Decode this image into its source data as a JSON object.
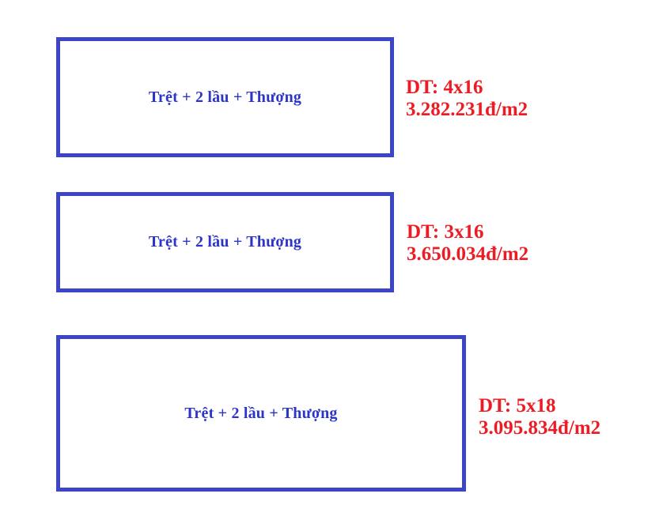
{
  "palette": {
    "background": "#ffffff",
    "box_border": "#3c45c8",
    "box_text": "#2d35c8",
    "label_text": "#ed1c24"
  },
  "floor_plans": [
    {
      "structure_label": "Trệt + 2 lầu + Thượng",
      "dimensions": "DT: 4x16",
      "price_per_m2": "3.282.231đ/m2"
    },
    {
      "structure_label": "Trệt + 2 lầu + Thượng",
      "dimensions": "DT: 3x16",
      "price_per_m2": "3.650.034đ/m2"
    },
    {
      "structure_label": "Trệt + 2 lầu + Thượng",
      "dimensions": "DT: 5x18",
      "price_per_m2": "3.095.834đ/m2"
    }
  ]
}
